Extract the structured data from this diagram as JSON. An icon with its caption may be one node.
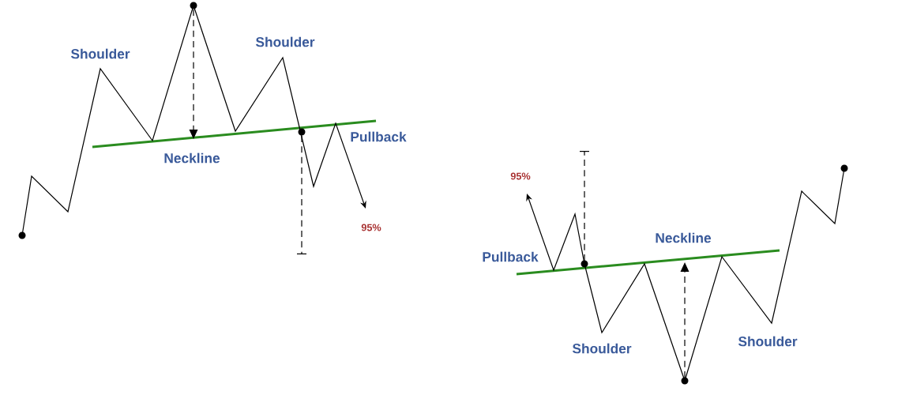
{
  "diagram": {
    "labels": [
      "Shoulder",
      "Shoulder",
      "Neckline",
      "Pullback",
      "95%",
      "95%",
      "Pullback",
      "Neckline",
      "Shoulder",
      "Shoulder"
    ]
  }
}
